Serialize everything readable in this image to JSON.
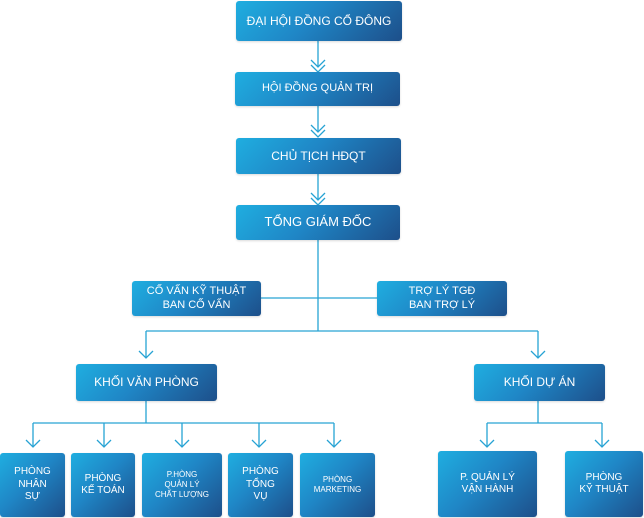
{
  "org_chart": {
    "nodes": {
      "dhdcd": [
        "ĐẠI HỘI ĐỒNG CỔ ĐÔNG"
      ],
      "hdqt": [
        "HỘI ĐỒNG QUẢN TRỊ"
      ],
      "ct": [
        "CHỦ TỊCH HĐQT"
      ],
      "tgd": [
        "TỔNG GIÁM ĐỐC"
      ],
      "covan": [
        "CỐ VẤN KỸ THUẬT",
        "BAN CỐ VẤN"
      ],
      "trolt": [
        "TRỢ LÝ TGĐ",
        "BAN TRỢ LÝ"
      ],
      "khoivp": [
        "KHỐI VĂN PHÒNG"
      ],
      "khoida": [
        "KHỐI DỰ ÁN"
      ],
      "ns": [
        "PHÒNG",
        "NHÂN",
        "SỰ"
      ],
      "kt": [
        "PHÒNG",
        "KẾ TOÁN"
      ],
      "ql": [
        "P.HÒNG",
        "QUẢN LÝ",
        "CHẤT LƯỢNG"
      ],
      "tv": [
        "PHÒNG",
        "TỔNG",
        "VỤ"
      ],
      "mk": [
        "PHÒNG",
        "MARKETING"
      ],
      "qlvh": [
        "P. QUẢN LÝ",
        "VẬN HÀNH"
      ],
      "pkt": [
        "PHÒNG",
        "KỸ THUẬT"
      ]
    }
  }
}
